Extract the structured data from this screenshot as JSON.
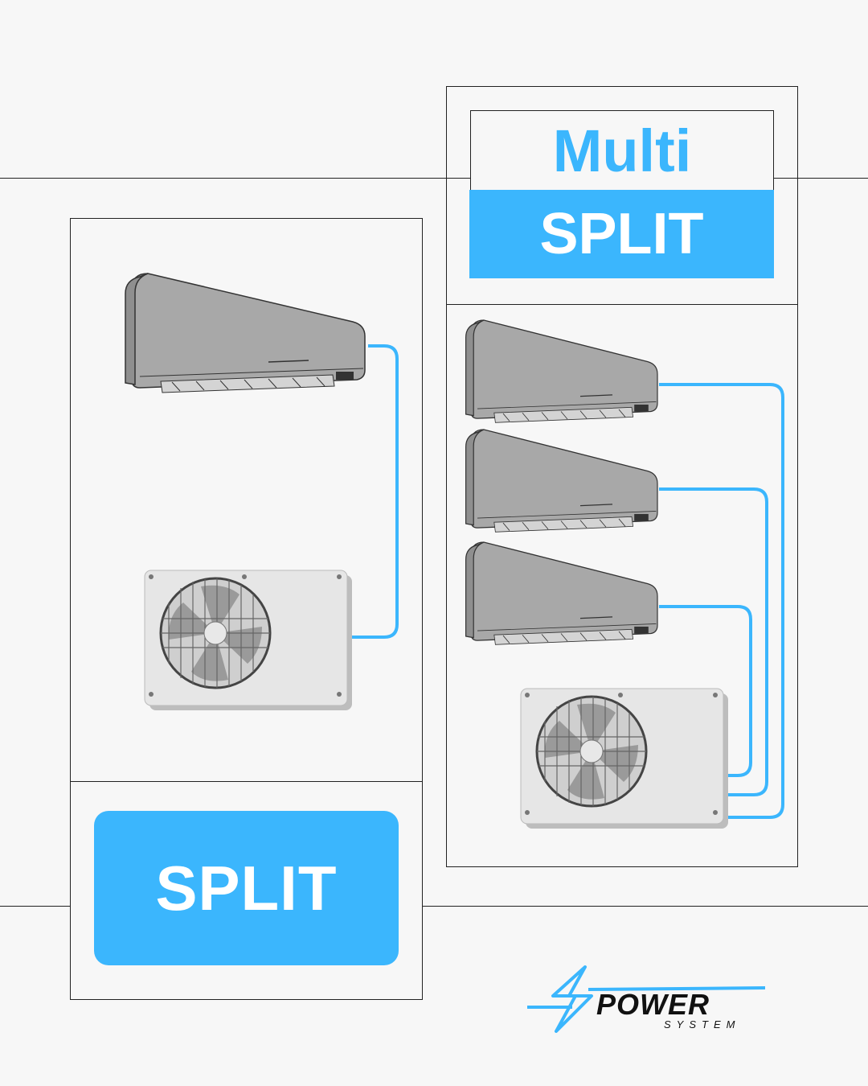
{
  "left_panel": {
    "label": "SPLIT"
  },
  "right_panel": {
    "title_top": "Multi",
    "title_bottom": "SPLIT"
  },
  "logo": {
    "name": "POWER",
    "tagline": "SYSTEM"
  },
  "colors": {
    "accent": "#3bb6fd",
    "line": "#222222",
    "background": "#f7f7f7",
    "unit_gray": "#a9a9a9",
    "outdoor_unit": "#e6e6e6"
  },
  "icons": [
    "indoor-ac-unit-icon",
    "outdoor-condenser-icon",
    "lightning-bolt-logo-icon"
  ]
}
